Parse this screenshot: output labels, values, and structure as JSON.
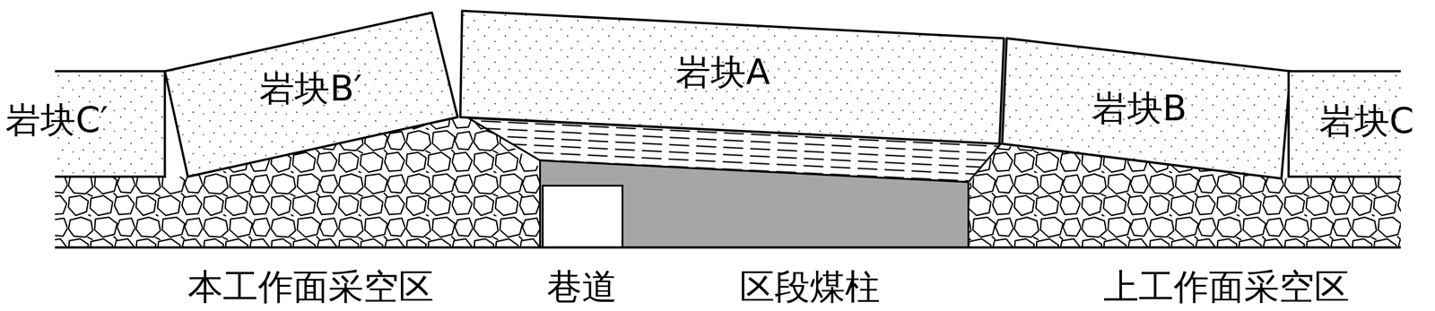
{
  "diagram": {
    "nodes": [
      {
        "text": [
          "岩块C′"
        ]
      },
      {
        "text": [
          "岩块B′"
        ]
      },
      {
        "text": [
          "岩块A"
        ]
      },
      {
        "text": [
          "岩块B"
        ]
      },
      {
        "text": [
          "岩块C"
        ]
      }
    ],
    "labels": [
      "本工作面采空区",
      "巷道",
      "区段煤柱",
      "上工作面采空区"
    ]
  }
}
